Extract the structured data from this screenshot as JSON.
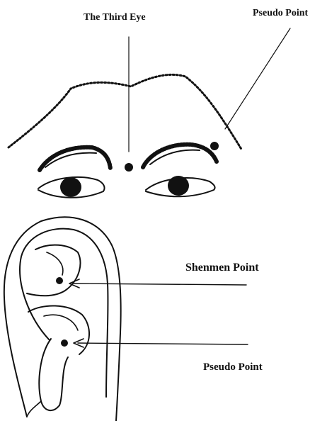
{
  "labels": {
    "third_eye": "The Third Eye",
    "pseudo_point_face": "Pseudo Point",
    "shenmen_point": "Shenmen Point",
    "pseudo_point_ear": "Pseudo Point"
  },
  "colors": {
    "ink": "#111111",
    "background": "#ffffff"
  }
}
